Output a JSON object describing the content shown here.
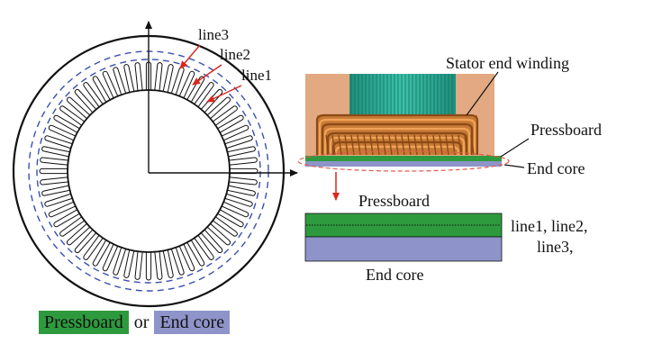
{
  "labels": {
    "line3": "line3",
    "line2": "line2",
    "line1": "line1",
    "stator_end_winding": "Stator end winding",
    "pressboard_top": "Pressboard",
    "end_core_top": "End core",
    "pressboard_mid": "Pressboard",
    "lines_text_1": "line1, line2,",
    "lines_text_2": "line3,",
    "end_core_bottom": "End core"
  },
  "legend": {
    "pressboard": "Pressboard",
    "or": "or",
    "end_core": "End core"
  },
  "colors": {
    "pressboard_green": "#2e9a3e",
    "end_core_purple": "#8e94c9",
    "dashed_blue": "#3a4fb0",
    "arrow_red": "#d9271f",
    "winding_copper": "#d9873a",
    "winding_teal": "#23a58f",
    "housing_tan": "#e2a982"
  },
  "slot_count": 60
}
